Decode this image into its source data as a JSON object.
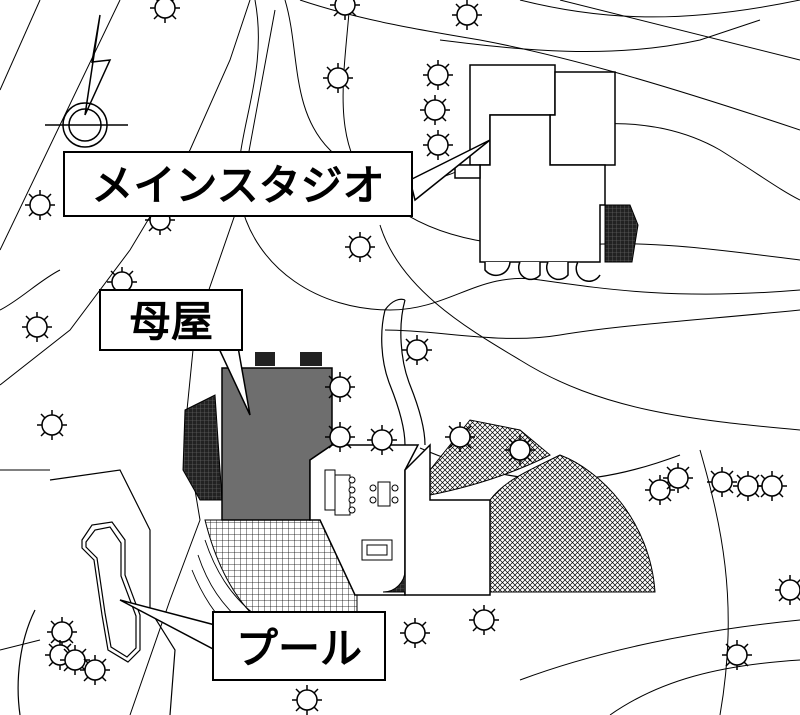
{
  "labels": {
    "main_studio": "メインスタジオ",
    "main_house": "母屋",
    "pool": "プール"
  },
  "icons": {
    "north_arrow": "north-arrow-icon",
    "tree": "tree-icon"
  },
  "colors": {
    "building_fill": "#6e6e6e",
    "line": "#000000",
    "background": "#ffffff"
  }
}
